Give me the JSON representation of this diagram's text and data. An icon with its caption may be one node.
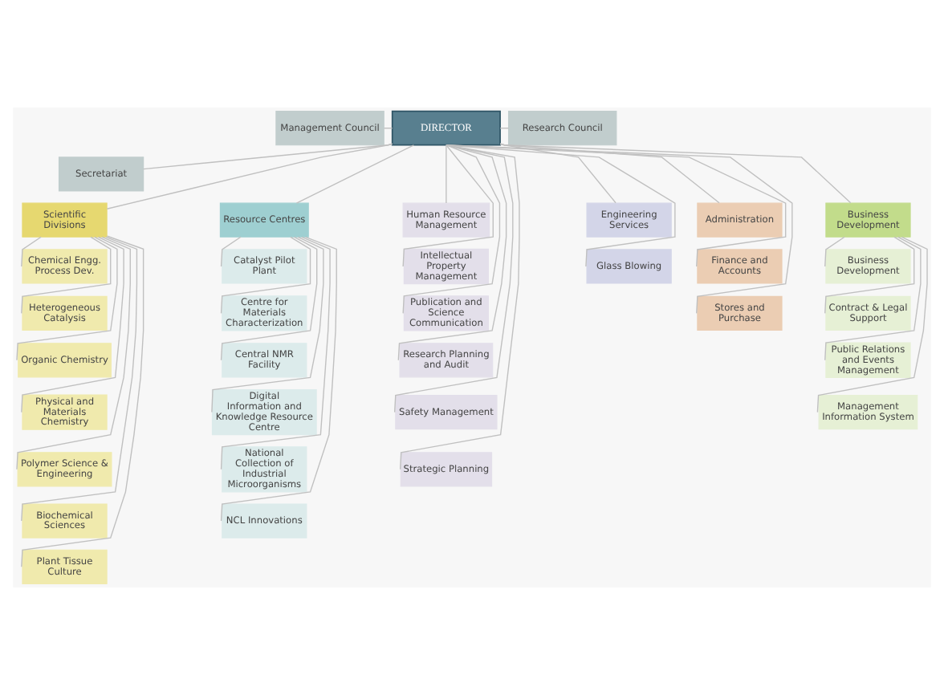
{
  "diagram": {
    "nodes": [
      {
        "text": [
          "Management Council"
        ]
      },
      {
        "text": [
          "DIRECTOR"
        ]
      },
      {
        "text": [
          "Research Council"
        ]
      },
      {
        "text": [
          "Secretariat"
        ]
      },
      {
        "text": [
          "Scientific Divisions"
        ]
      },
      {
        "text": [
          "Chemical Engg. Process Dev."
        ]
      },
      {
        "text": [
          "Heterogeneous Catalysis"
        ]
      },
      {
        "text": [
          "Organic Chemistry"
        ]
      },
      {
        "text": [
          "Physical and Materials Chemistry"
        ]
      },
      {
        "text": [
          "Polymer Science & Engineering"
        ]
      },
      {
        "text": [
          "Biochemical Sciences"
        ]
      },
      {
        "text": [
          "Plant Tissue Culture"
        ]
      },
      {
        "text": [
          "Resource Centres"
        ]
      },
      {
        "text": [
          "Catalyst Pilot Plant"
        ]
      },
      {
        "text": [
          "Centre for Materials Characterization"
        ]
      },
      {
        "text": [
          "Central NMR Facility"
        ]
      },
      {
        "text": [
          "Digital Information and Knowledge Resource Centre"
        ]
      },
      {
        "text": [
          "National Collection of Industrial Microorganisms"
        ]
      },
      {
        "text": [
          "NCL Innovations"
        ]
      },
      {
        "text": [
          "Human Resource Management"
        ]
      },
      {
        "text": [
          "Intellectual Property Management"
        ]
      },
      {
        "text": [
          "Publication and Science Communication"
        ]
      },
      {
        "text": [
          "Research Planning and Audit"
        ]
      },
      {
        "text": [
          "Safety Management"
        ]
      },
      {
        "text": [
          "Strategic Planning"
        ]
      },
      {
        "text": [
          "Engineering Services"
        ]
      },
      {
        "text": [
          "Glass Blowing"
        ]
      },
      {
        "text": [
          "Administration"
        ]
      },
      {
        "text": [
          "Finance and Accounts"
        ]
      },
      {
        "text": [
          "Stores and Purchase"
        ]
      },
      {
        "text": [
          "Business Development"
        ]
      },
      {
        "text": [
          "Business Development"
        ]
      },
      {
        "text": [
          "Contract & Legal Support"
        ]
      },
      {
        "text": [
          "Public Relations and Events Management"
        ]
      },
      {
        "text": [
          "Management Information System"
        ]
      }
    ],
    "edges": [
      {
        "from": 1,
        "to": 0,
        "arrow": "none"
      },
      {
        "from": 1,
        "to": 2,
        "arrow": "none"
      },
      {
        "from": 1,
        "to": 3,
        "arrow": "none"
      },
      {
        "from": 1,
        "to": 4,
        "arrow": "none"
      },
      {
        "from": 1,
        "to": 12,
        "arrow": "none"
      },
      {
        "from": 1,
        "to": 19,
        "arrow": "none"
      },
      {
        "from": 1,
        "to": 20,
        "arrow": "none"
      },
      {
        "from": 1,
        "to": 21,
        "arrow": "none"
      },
      {
        "from": 1,
        "to": 22,
        "arrow": "none"
      },
      {
        "from": 1,
        "to": 23,
        "arrow": "none"
      },
      {
        "from": 1,
        "to": 24,
        "arrow": "none"
      },
      {
        "from": 1,
        "to": 25,
        "arrow": "none"
      },
      {
        "from": 1,
        "to": 26,
        "arrow": "none"
      },
      {
        "from": 1,
        "to": 27,
        "arrow": "none"
      },
      {
        "from": 1,
        "to": 28,
        "arrow": "none"
      },
      {
        "from": 1,
        "to": 29,
        "arrow": "none"
      },
      {
        "from": 1,
        "to": 30,
        "arrow": "none"
      },
      {
        "from": 4,
        "to": 5,
        "arrow": "none"
      },
      {
        "from": 4,
        "to": 6,
        "arrow": "none"
      },
      {
        "from": 4,
        "to": 7,
        "arrow": "none"
      },
      {
        "from": 4,
        "to": 8,
        "arrow": "none"
      },
      {
        "from": 4,
        "to": 9,
        "arrow": "none"
      },
      {
        "from": 4,
        "to": 10,
        "arrow": "none"
      },
      {
        "from": 4,
        "to": 11,
        "arrow": "none"
      },
      {
        "from": 12,
        "to": 13,
        "arrow": "none"
      },
      {
        "from": 12,
        "to": 14,
        "arrow": "none"
      },
      {
        "from": 12,
        "to": 15,
        "arrow": "none"
      },
      {
        "from": 12,
        "to": 16,
        "arrow": "none"
      },
      {
        "from": 12,
        "to": 17,
        "arrow": "none"
      },
      {
        "from": 12,
        "to": 18,
        "arrow": "none"
      },
      {
        "from": 30,
        "to": 31,
        "arrow": "none"
      },
      {
        "from": 30,
        "to": 32,
        "arrow": "none"
      },
      {
        "from": 30,
        "to": 33,
        "arrow": "none"
      },
      {
        "from": 30,
        "to": 34,
        "arrow": "none"
      }
    ]
  }
}
